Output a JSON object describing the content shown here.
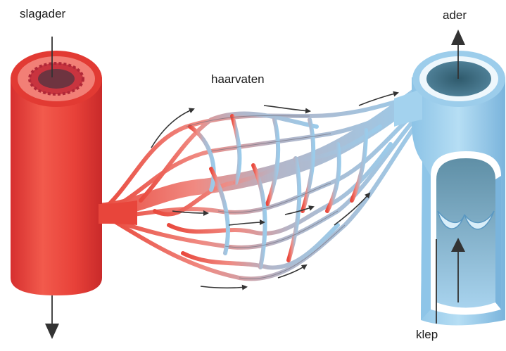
{
  "labels": {
    "artery": "slagader",
    "vein": "ader",
    "capillaries": "haarvaten",
    "valve": "klep"
  },
  "colors": {
    "artery": "#e8423a",
    "artery_dark": "#c8282a",
    "vein": "#9ccdeb",
    "vein_dark": "#5a98c2",
    "arrow": "#333333"
  }
}
